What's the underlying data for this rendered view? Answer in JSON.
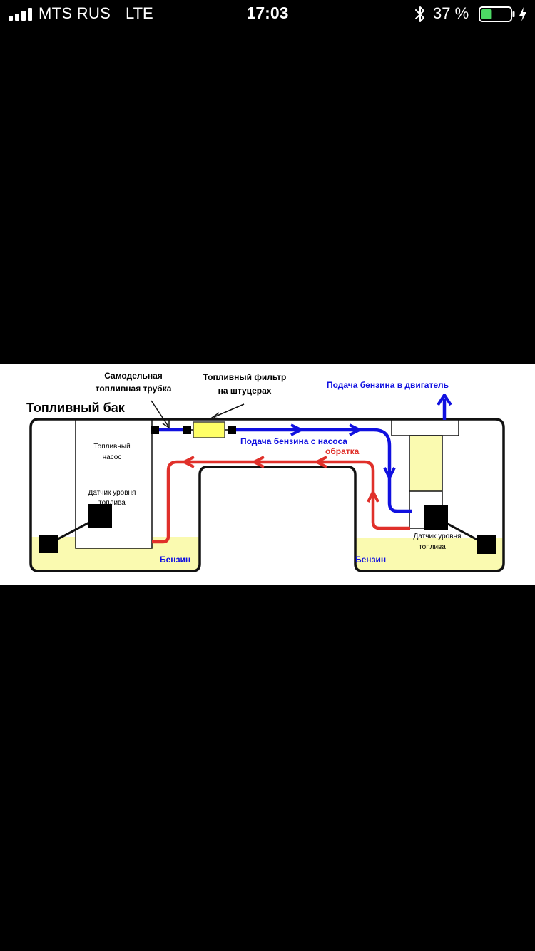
{
  "status_bar": {
    "carrier": "MTS RUS",
    "network": "LTE",
    "time": "17:03",
    "battery_percent": "37 %",
    "battery_level": 0.37,
    "icons": [
      "signal-bars-icon",
      "bluetooth-icon",
      "battery-icon",
      "charging-bolt-icon"
    ]
  },
  "diagram": {
    "tank_title": "Топливный бак",
    "homemade_tube_line1": "Самодельная",
    "homemade_tube_line2": "топливная трубка",
    "filter_line1": "Топливный фильтр",
    "filter_line2": "на штуцерах",
    "engine_feed": "Подача бензина в двигатель",
    "pump_feed": "Подача бензина с насоса",
    "return_line": "обратка",
    "pump_line1": "Топливный",
    "pump_line2": "насос",
    "sensor_left_line1": "Датчик уровня",
    "sensor_left_line2": "топлива",
    "sensor_right_line1": "Датчик уровня",
    "sensor_right_line2": "топлива",
    "fuel_left": "Бензин",
    "fuel_right": "Бензин",
    "colors": {
      "feed": "#1010e0",
      "return": "#e0302a",
      "fuel": "#fafab0",
      "filter": "#ffff66"
    }
  }
}
